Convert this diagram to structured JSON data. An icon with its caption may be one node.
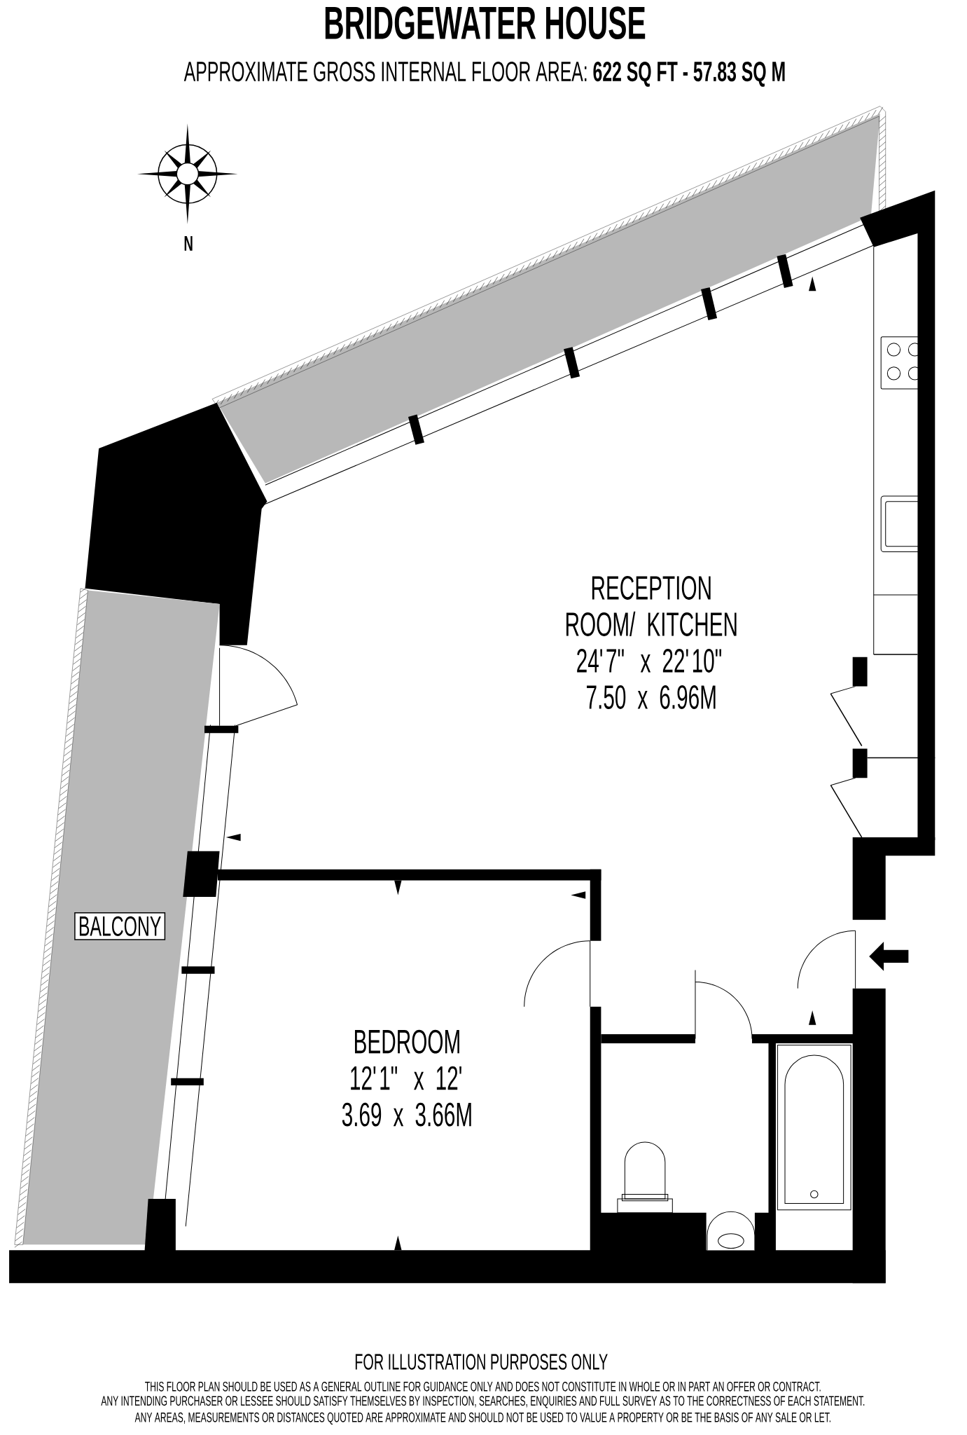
{
  "diagram": {
    "title": "BRIDGEWATER HOUSE",
    "nodes": [
      {
        "text": [
          "RECEPTION ROOM/ KITCHEN",
          "24'7\" x 22'10\"",
          "7.50 x 6.96M"
        ]
      },
      {
        "text": [
          "BEDROOM",
          "12'1\" x 12'",
          "3.69 x 3.66M"
        ]
      },
      {
        "text": [
          "BALCONY"
        ]
      }
    ],
    "labels": [
      "APPROXIMATE GROSS INTERNAL FLOOR AREA:   **622 SQ FT  -  57.83 SQ M**",
      "N",
      "FOR ILLUSTRATION PURPOSES ONLY",
      "THIS FLOOR PLAN SHOULD BE USED AS A GENERAL OUTLINE FOR GUIDANCE ONLY AND DOES NOT CONSTITUTE IN WHOLE OR IN PART AN OFFER OR CONTRACT.",
      "ANY INTENDING PURCHASER OR LESSEE SHOULD SATISFY THEMSELVES BY INSPECTION, SEARCHES, ENQUIRIES AND FULL SURVEY AS TO THE CORRECTNESS OF EACH STATEMENT.",
      "ANY AREAS, MEASUREMENTS OR DISTANCES QUOTED ARE APPROXIMATE AND SHOULD NOT BE USED TO VALUE A PROPERTY OR BE THE BASIS OF ANY SALE OR LET."
    ]
  }
}
